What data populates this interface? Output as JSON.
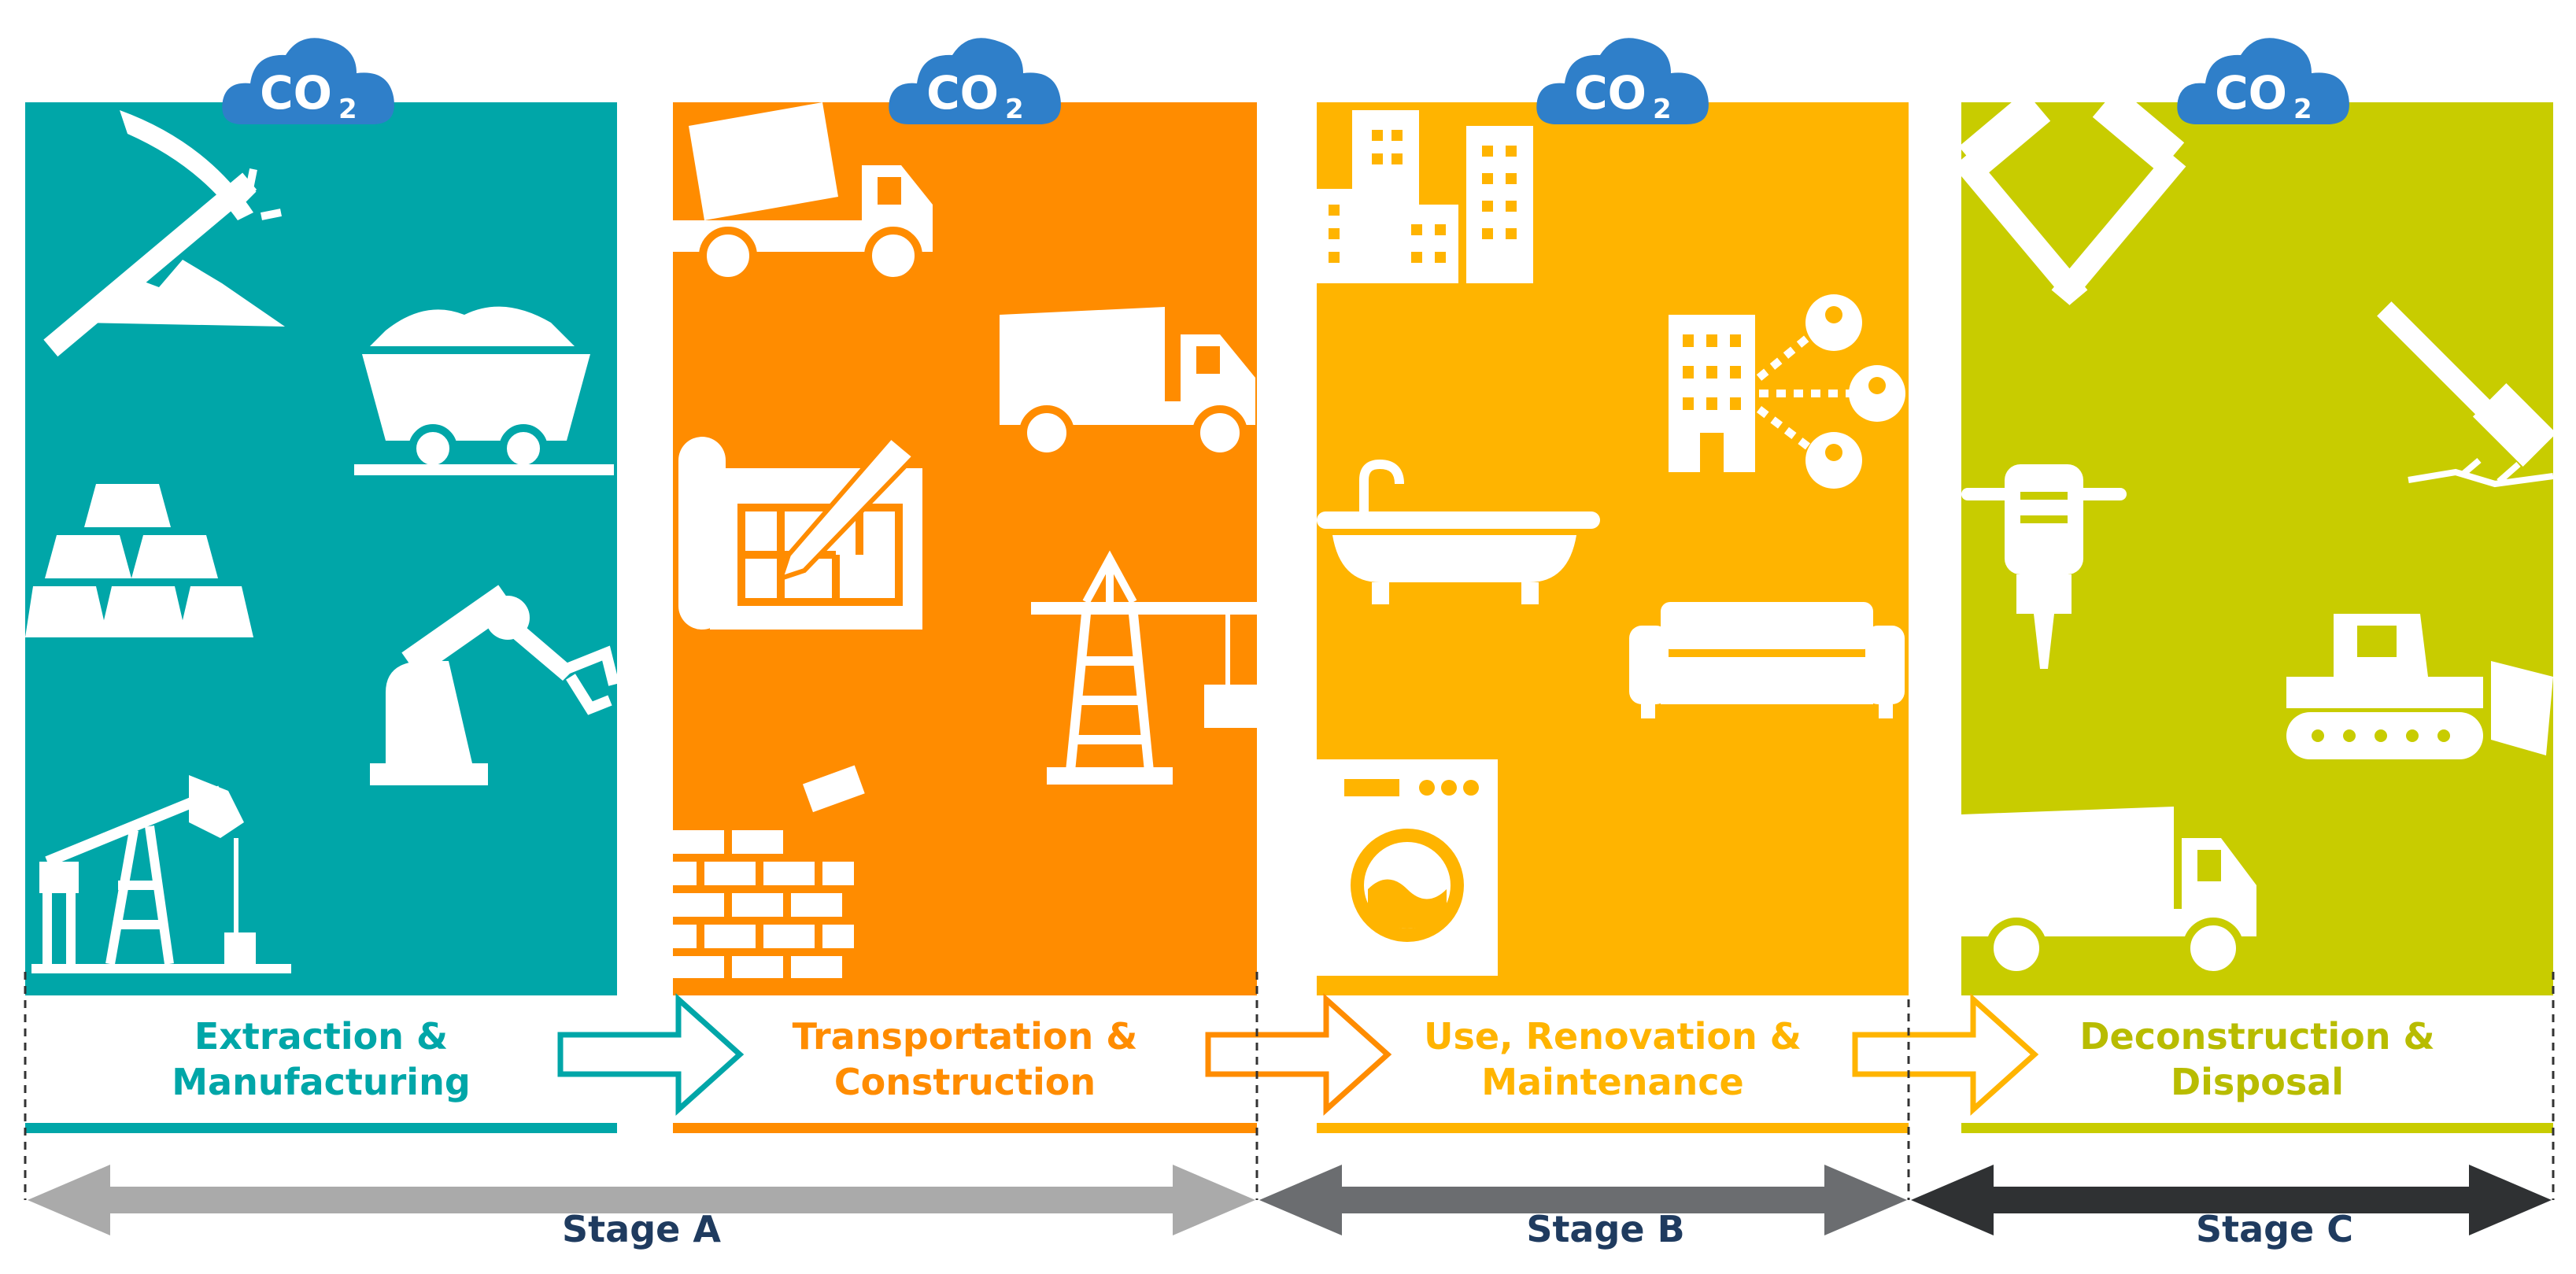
{
  "stages": [
    {
      "label": "Extraction &\nManufacturing",
      "color": "#00a6a8"
    },
    {
      "label": "Transportation &\nConstruction",
      "color": "#ff8c00"
    },
    {
      "label": "Use, Renovation &\nMaintenance",
      "color": "#ffb400"
    },
    {
      "label": "Deconstruction &\nDisposal",
      "color": "#c8cc00"
    }
  ],
  "cloud_text": "CO",
  "cloud_sub": "2",
  "cloud_color": "#2f7fc9",
  "stage_labels": {
    "a": "Stage A",
    "b": "Stage B",
    "c": "Stage C"
  },
  "arrow_colors": {
    "a": "#aaaaaa",
    "b": "#6b6d70",
    "c": "#2f3133"
  },
  "icons": {
    "panel1": [
      "pickaxe-icon",
      "mine-cart-icon",
      "gold-bars-icon",
      "robot-arm-icon",
      "oil-pump-icon"
    ],
    "panel2": [
      "concrete-mixer-icon",
      "dump-truck-icon",
      "blueprint-icon",
      "crane-icon",
      "bricks-icon"
    ],
    "panel3": [
      "buildings-icon",
      "network-building-icon",
      "bathtub-icon",
      "sofa-icon",
      "washing-machine-icon"
    ],
    "panel4": [
      "hammers-icon",
      "sledgehammer-icon",
      "jackhammer-icon",
      "bulldozer-icon",
      "dump-truck-icon"
    ]
  }
}
